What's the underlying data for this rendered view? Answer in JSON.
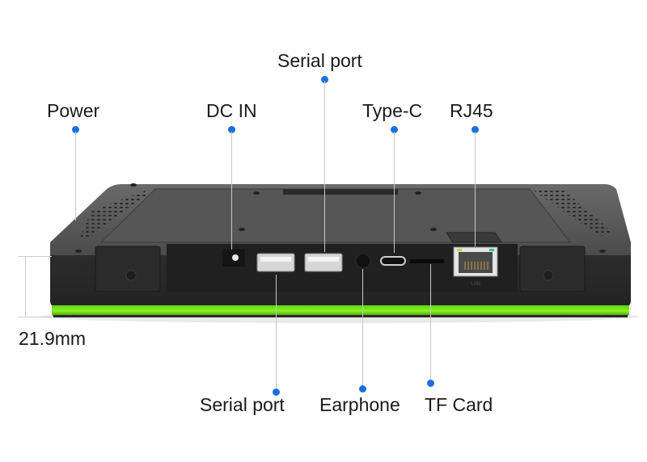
{
  "labels": {
    "power": "Power",
    "dc_in": "DC IN",
    "serial_port_top": "Serial port",
    "type_c": "Type-C",
    "rj45": "RJ45",
    "serial_port_bottom": "Serial port",
    "earphone": "Earphone",
    "tf_card": "TF Card",
    "thickness": "21.9mm",
    "lan_marking": "LAN"
  },
  "colors": {
    "accent_dot": "#1a6fe0",
    "device_body": "#3a3a3a",
    "device_top": "#5c5c5c",
    "led_strip": "#7cf21a",
    "leader_line": "#c8c8c8"
  }
}
